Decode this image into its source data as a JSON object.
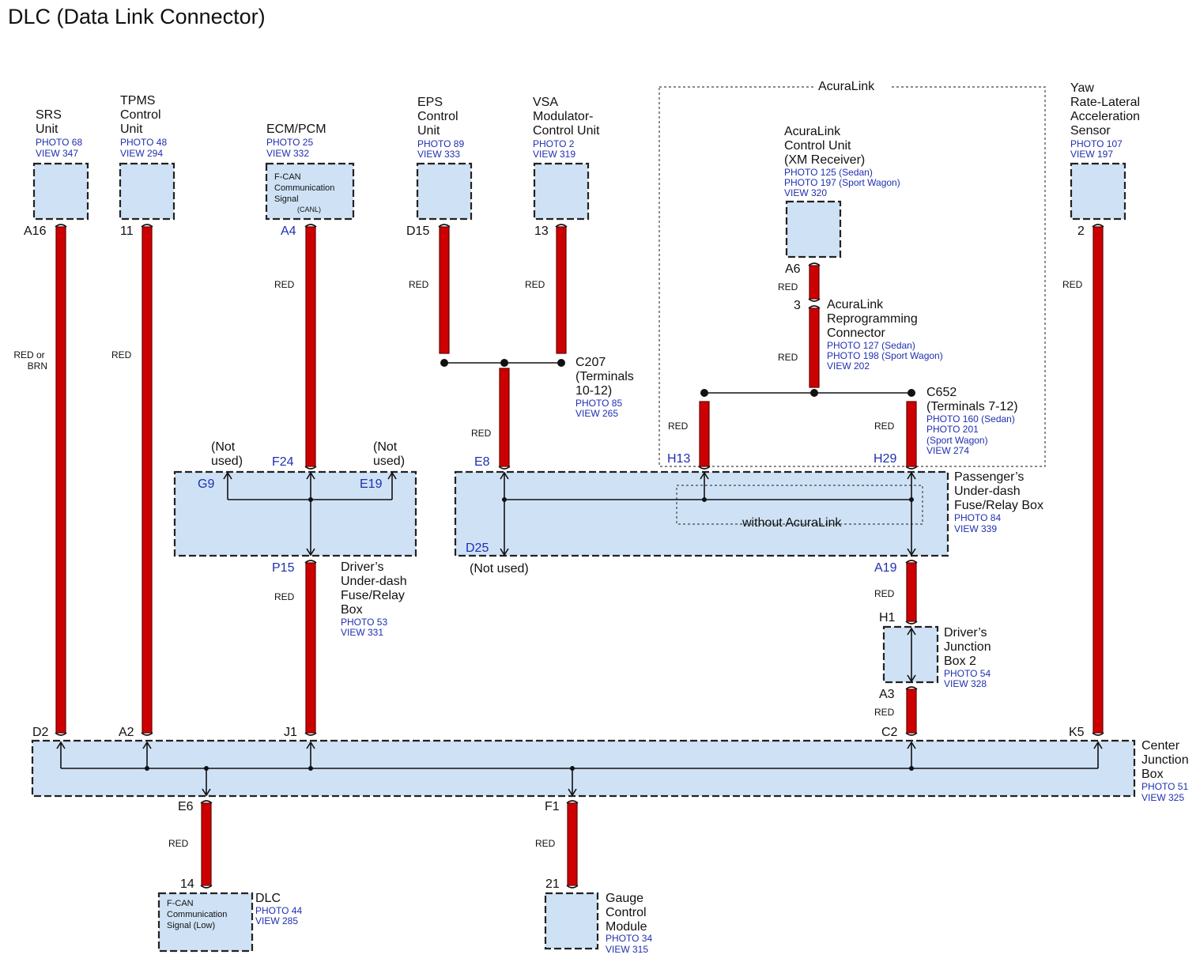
{
  "title": "DLC (Data Link Connector)",
  "components": {
    "srs": {
      "name": [
        "SRS",
        "Unit"
      ],
      "refs": [
        "PHOTO 68",
        "VIEW 347"
      ]
    },
    "tpms": {
      "name": [
        "TPMS",
        "Control",
        "Unit"
      ],
      "refs": [
        "PHOTO 48",
        "VIEW 294"
      ]
    },
    "ecm": {
      "name": [
        "ECM/PCM"
      ],
      "refs": [
        "PHOTO 25",
        "VIEW 332"
      ],
      "inner": [
        "F-CAN",
        "Communication",
        "Signal",
        "(CANL)"
      ]
    },
    "eps": {
      "name": [
        "EPS",
        "Control",
        "Unit"
      ],
      "refs": [
        "PHOTO 89",
        "VIEW 333"
      ]
    },
    "vsa": {
      "name": [
        "VSA",
        "Modulator-",
        "Control Unit"
      ],
      "refs": [
        "PHOTO 2",
        "VIEW 319"
      ]
    },
    "acuralink_unit": {
      "name": [
        "AcuraLink",
        "Control Unit",
        "(XM Receiver)"
      ],
      "refs": [
        "PHOTO 125 (Sedan)",
        "PHOTO 197 (Sport Wagon)",
        "VIEW 320"
      ]
    },
    "acuralink_conn": {
      "name": [
        "AcuraLink",
        "Reprogramming",
        "Connector"
      ],
      "refs": [
        "PHOTO 127 (Sedan)",
        "PHOTO 198 (Sport Wagon)",
        "VIEW 202"
      ]
    },
    "yaw": {
      "name": [
        "Yaw",
        "Rate-Lateral",
        "Acceleration",
        "Sensor"
      ],
      "refs": [
        "PHOTO 107",
        "VIEW 197"
      ]
    },
    "c207": {
      "name": [
        "C207",
        "(Terminals",
        "10-12)"
      ],
      "refs": [
        "PHOTO 85",
        "VIEW 265"
      ]
    },
    "c652": {
      "name": [
        "C652",
        "(Terminals 7-12)"
      ],
      "refs": [
        "PHOTO 160 (Sedan)",
        "PHOTO 201",
        "(Sport Wagon)",
        "VIEW 274"
      ]
    },
    "drv_fuse": {
      "name": [
        "Driver’s",
        "Under-dash",
        "Fuse/Relay",
        "Box"
      ],
      "refs": [
        "PHOTO 53",
        "VIEW 331"
      ]
    },
    "pass_fuse": {
      "name": [
        "Passenger’s",
        "Under-dash",
        "Fuse/Relay Box"
      ],
      "refs": [
        "PHOTO 84",
        "VIEW 339"
      ]
    },
    "djb2": {
      "name": [
        "Driver’s",
        "Junction",
        "Box 2"
      ],
      "refs": [
        "PHOTO 54",
        "VIEW 328"
      ]
    },
    "cjb": {
      "name": [
        "Center",
        "Junction",
        "Box"
      ],
      "refs": [
        "PHOTO 51",
        "VIEW 325"
      ]
    },
    "dlc": {
      "name": [
        "DLC"
      ],
      "refs": [
        "PHOTO 44",
        "VIEW 285"
      ],
      "inner": [
        "F-CAN",
        "Communication",
        "Signal (Low)"
      ]
    },
    "gauge": {
      "name": [
        "Gauge",
        "Control",
        "Module"
      ],
      "refs": [
        "PHOTO 34",
        "VIEW 315"
      ]
    }
  },
  "acuralink_region": "AcuraLink",
  "without_acuralink": "without AcuraLink",
  "not_used": [
    "(Not",
    "used)"
  ],
  "not_used_single": "(Not used)",
  "pins": {
    "A16": "A16",
    "P11": "11",
    "A4": "A4",
    "D15": "D15",
    "P13": "13",
    "P2": "2",
    "A6": "A6",
    "P3": "3",
    "F24": "F24",
    "G9": "G9",
    "E19": "E19",
    "P15": "P15",
    "E8": "E8",
    "D25": "D25",
    "H13": "H13",
    "H29": "H29",
    "A19": "A19",
    "H1": "H1",
    "A3": "A3",
    "D2": "D2",
    "A2": "A2",
    "J1": "J1",
    "C2": "C2",
    "K5": "K5",
    "E6": "E6",
    "F1": "F1",
    "P14": "14",
    "P21": "21"
  },
  "wire_colors": {
    "red": "RED",
    "red_or_brn": [
      "RED or",
      "BRN"
    ]
  },
  "colors": {
    "wire": "#cc0000",
    "box": "#cfe2f5",
    "ref_text": "#1f2fb0"
  }
}
